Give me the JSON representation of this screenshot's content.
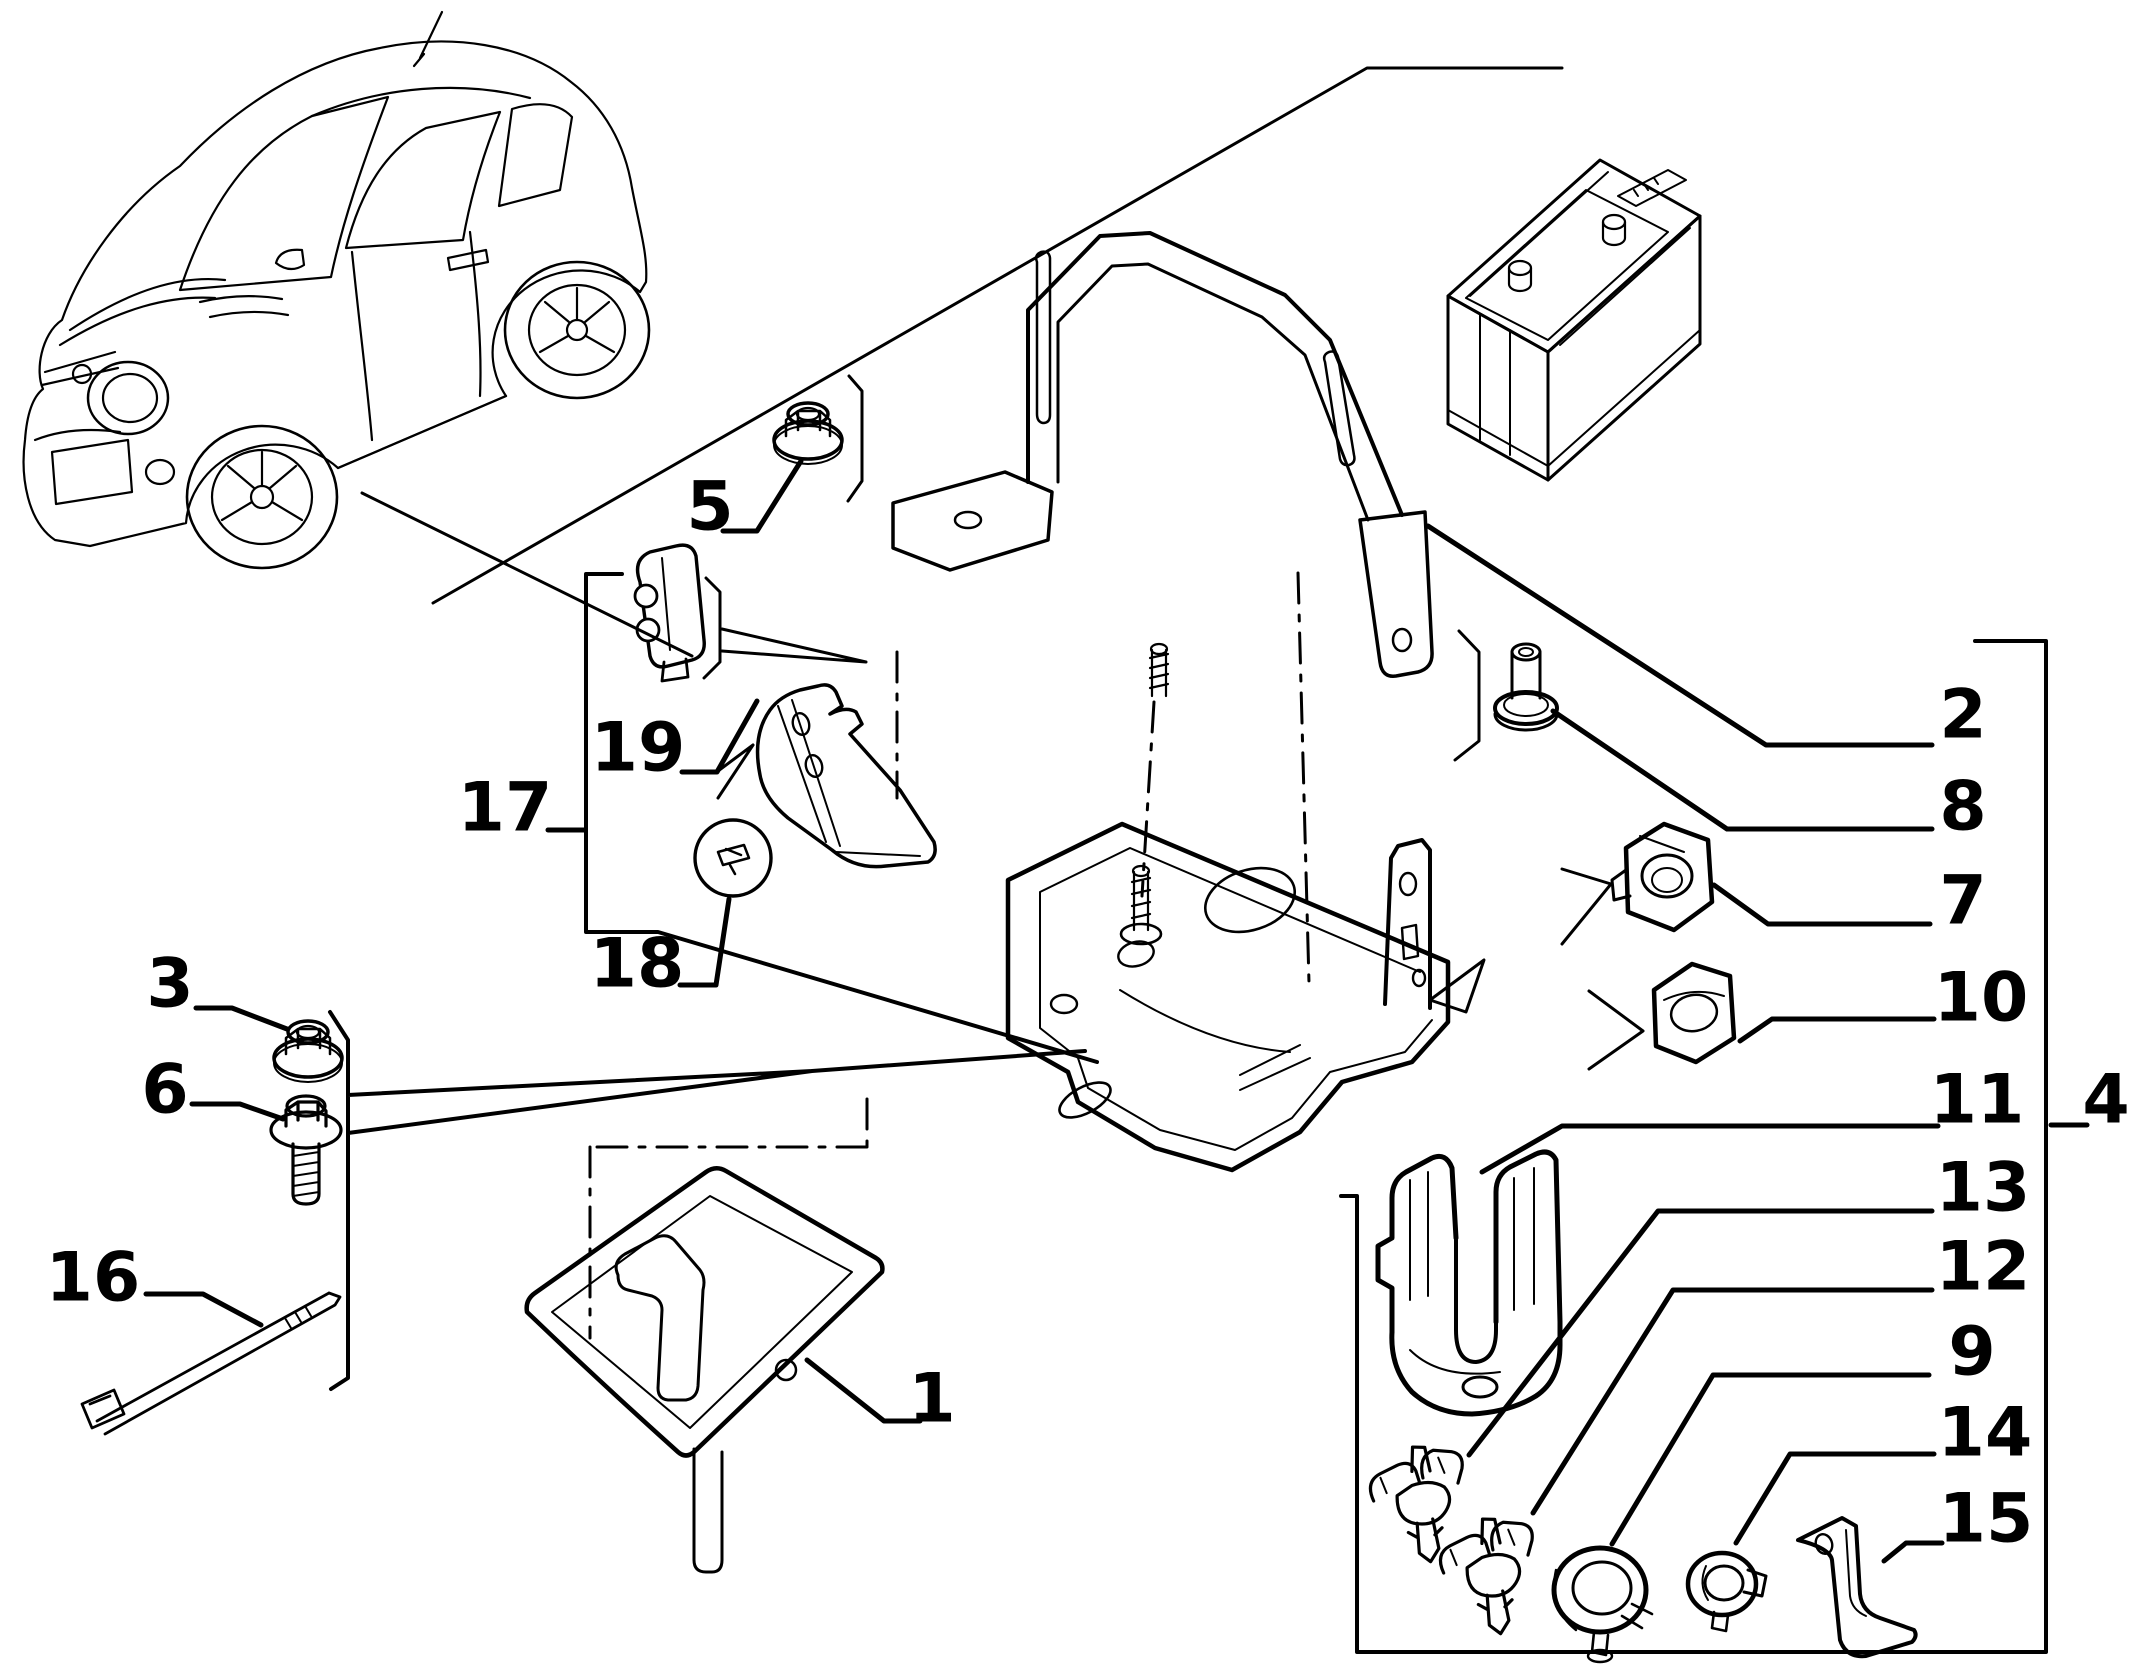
{
  "colors": {
    "ink": "#000000",
    "background": "#ffffff"
  },
  "diagram": {
    "type": "exploded-parts-diagram",
    "callouts": [
      {
        "label": "1"
      },
      {
        "label": "2"
      },
      {
        "label": "3"
      },
      {
        "label": "4"
      },
      {
        "label": "5"
      },
      {
        "label": "6"
      },
      {
        "label": "7"
      },
      {
        "label": "8"
      },
      {
        "label": "9"
      },
      {
        "label": "10"
      },
      {
        "label": "11"
      },
      {
        "label": "12"
      },
      {
        "label": "13"
      },
      {
        "label": "14"
      },
      {
        "label": "15"
      },
      {
        "label": "16"
      },
      {
        "label": "17"
      },
      {
        "label": "18"
      },
      {
        "label": "19"
      }
    ]
  }
}
